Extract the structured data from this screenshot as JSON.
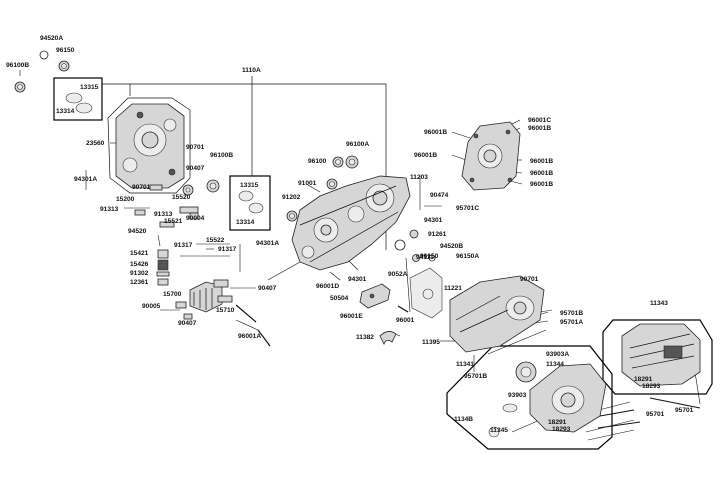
{
  "diagram": {
    "labels": {
      "l94520A": "94520A",
      "l96150_tl": "96150",
      "l96100B_tl": "96100B",
      "l1110A": "1110A",
      "l13315_a": "13315",
      "l13314_a": "13314",
      "l23560": "23560",
      "l94301A_l": "94301A",
      "l90701_a": "90701",
      "l96100B_m": "96100B",
      "l90701_b": "90701",
      "l90407_a": "90407",
      "l15200": "15200",
      "l15520": "15520",
      "l91313_a": "91313",
      "l91313_b": "91313",
      "l15521": "15521",
      "l90004": "90004",
      "l94520": "94520",
      "l13315_b": "13315",
      "l13314_b": "13314",
      "l91317_a": "91317",
      "l15522": "15522",
      "l91317_b": "91317",
      "l15421": "15421",
      "l15426": "15426",
      "l91302": "91302",
      "l12361": "12361",
      "l15700": "15700",
      "l90005": "90005",
      "l90407_b": "90407",
      "l15710": "15710",
      "l90407_c": "90407",
      "l96001A": "96001A",
      "l96100": "96100",
      "l96100A": "96100A",
      "l91001": "91001",
      "l91202": "91202",
      "l94301A_c": "94301A",
      "l94301_a": "94301",
      "l96001D": "96001D",
      "l50504": "50504",
      "l96001E": "96001E",
      "l11382": "11382",
      "l9052A": "9052A",
      "l94111": "94111",
      "l96001": "96001",
      "l11221": "11221",
      "l96150_c": "96150",
      "l96150A": "96150A",
      "l94520B": "94520B",
      "l91261": "91261",
      "l94301_b": "94301",
      "l11203": "11203",
      "l90474": "90474",
      "l95701C": "95701C",
      "l96001B_1": "96001B",
      "l96001C": "96001C",
      "l96001B_2": "96001B",
      "l96001B_3": "96001B",
      "l96001B_4": "96001B",
      "l96001B_5": "96001B",
      "l96001B_6": "96001B",
      "l90701_c": "90701",
      "l95701B_a": "95701B",
      "l95701A": "95701A",
      "l11395": "11395",
      "l11341": "11341",
      "l95701B_b": "95701B",
      "l11343": "11343",
      "l18291_r": "18291",
      "l18293_r": "18293",
      "l95701_r": "95701",
      "l93903A": "93903A",
      "l11344": "11344",
      "l93903": "93903",
      "l1134B": "1134B",
      "l11345": "11345",
      "l18291_b": "18291",
      "l18293_b": "18293",
      "l95701_b": "95701"
    }
  }
}
